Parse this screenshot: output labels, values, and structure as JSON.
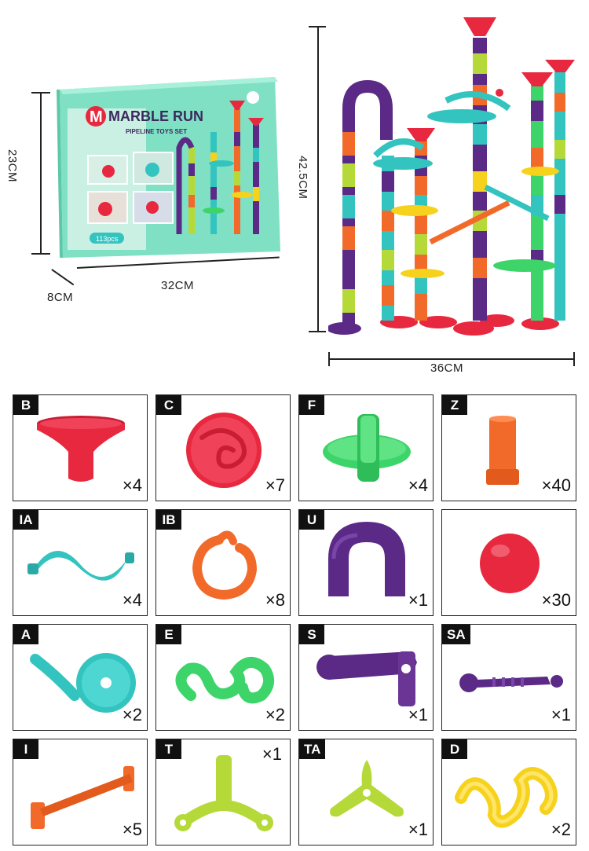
{
  "box": {
    "brand": "MARBLE RUN",
    "subtitle": "PIPELINE TOYS SET",
    "pieces": "113pcs",
    "height_label": "23CM",
    "width_label": "32CM",
    "depth_label": "8CM"
  },
  "tower": {
    "height_label": "42.5CM",
    "width_label": "36CM"
  },
  "parts": [
    {
      "code": "B",
      "qty": "×4"
    },
    {
      "code": "C",
      "qty": "×7"
    },
    {
      "code": "F",
      "qty": "×4"
    },
    {
      "code": "Z",
      "qty": "×40"
    },
    {
      "code": "IA",
      "qty": "×4"
    },
    {
      "code": "IB",
      "qty": "×8"
    },
    {
      "code": "U",
      "qty": "×1"
    },
    {
      "code": "",
      "qty": "×30"
    },
    {
      "code": "A",
      "qty": "×2"
    },
    {
      "code": "E",
      "qty": "×2"
    },
    {
      "code": "S",
      "qty": "×1"
    },
    {
      "code": "SA",
      "qty": "×1"
    },
    {
      "code": "I",
      "qty": "×5"
    },
    {
      "code": "T",
      "qty": "×1"
    },
    {
      "code": "TA",
      "qty": "×1"
    },
    {
      "code": "D",
      "qty": "×2"
    }
  ],
  "colors": {
    "red": "#e8283f",
    "teal": "#33c4c0",
    "green": "#3dd46a",
    "orange": "#f26a2a",
    "purple": "#5b2a86",
    "lime": "#b6d93a",
    "yellow": "#f6d21c"
  }
}
